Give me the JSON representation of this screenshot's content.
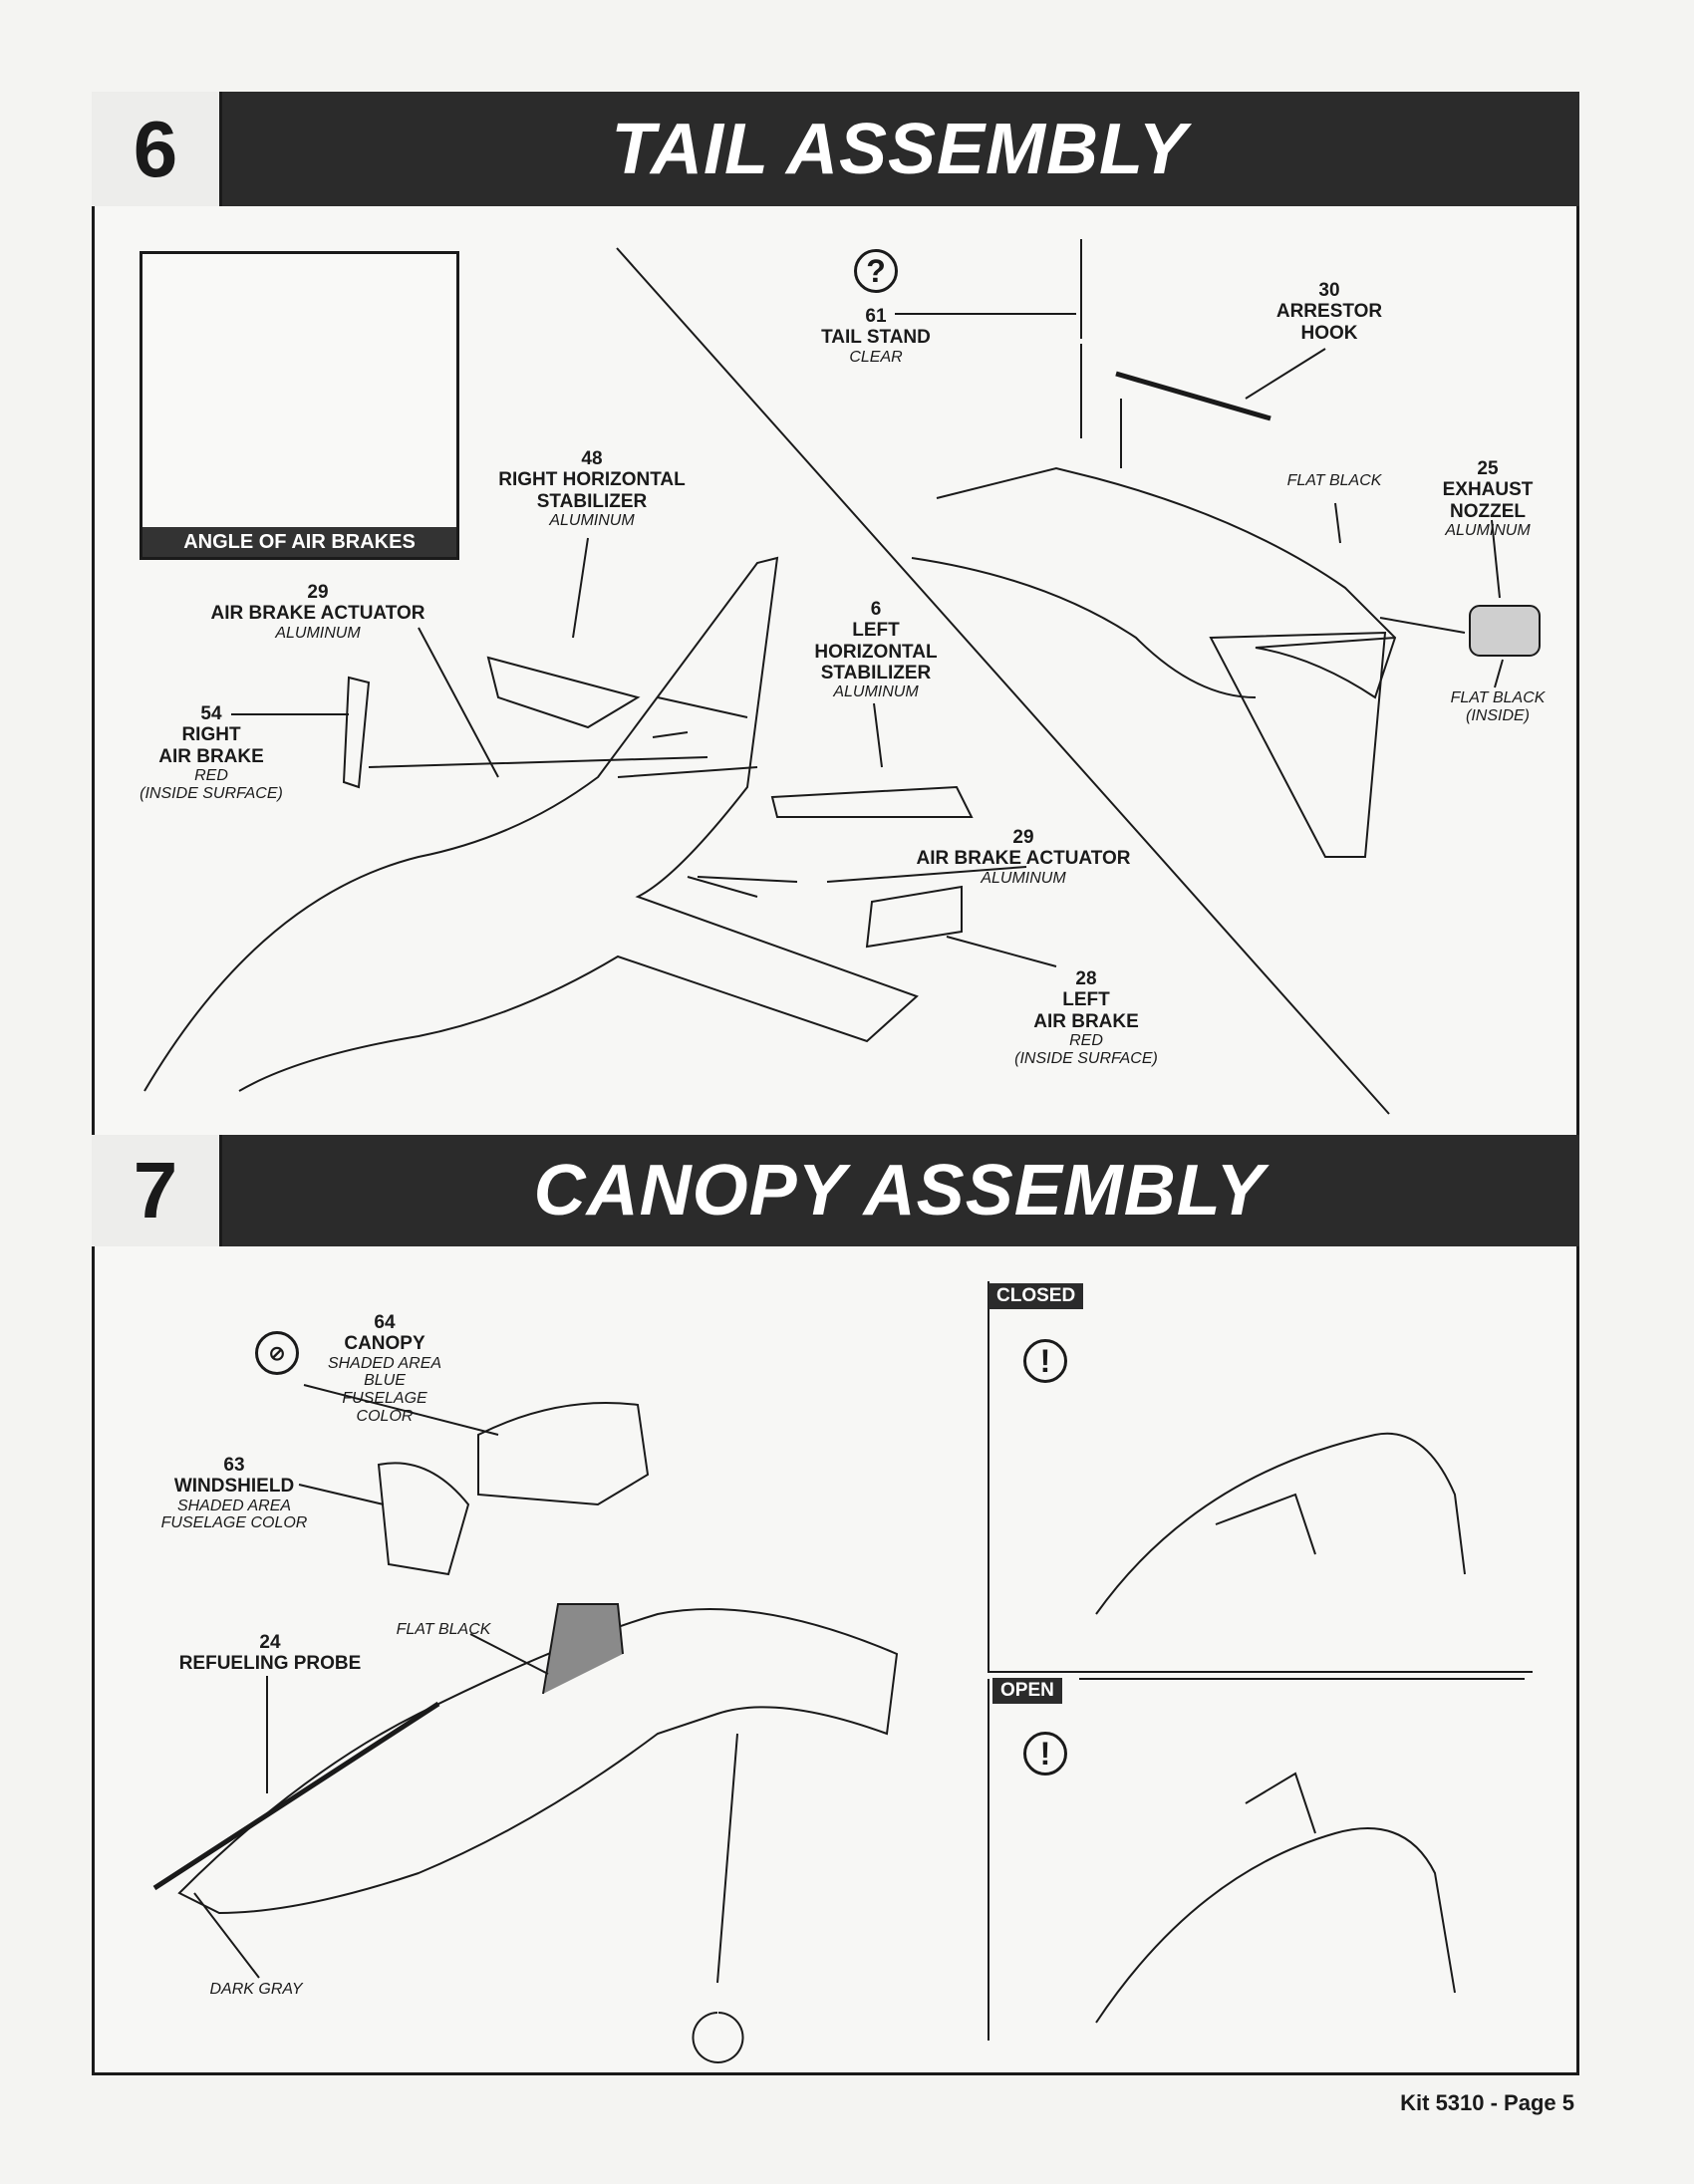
{
  "step6": {
    "number": "6",
    "title": "TAIL ASSEMBLY",
    "inset_caption": "ANGLE OF AIR BRAKES",
    "parts": [
      {
        "num": "48",
        "name": [
          "RIGHT HORIZONTAL",
          "STABILIZER"
        ],
        "color": "ALUMINUM"
      },
      {
        "num": "29",
        "name": [
          "AIR BRAKE ACTUATOR"
        ],
        "color": "ALUMINUM"
      },
      {
        "num": "54",
        "name": [
          "RIGHT",
          "AIR BRAKE"
        ],
        "color": "RED",
        "note": "(INSIDE SURFACE)"
      },
      {
        "num": "6",
        "name": [
          "LEFT",
          "HORIZONTAL",
          "STABILIZER"
        ],
        "color": "ALUMINUM"
      },
      {
        "num": "29",
        "name": [
          "AIR BRAKE ACTUATOR"
        ],
        "color": "ALUMINUM"
      },
      {
        "num": "28",
        "name": [
          "LEFT",
          "AIR BRAKE"
        ],
        "color": "RED",
        "note": "(INSIDE SURFACE)"
      },
      {
        "num": "61",
        "name": [
          "TAIL STAND"
        ],
        "color": "CLEAR"
      },
      {
        "num": "30",
        "name": [
          "ARRESTOR",
          "HOOK"
        ]
      },
      {
        "num": "25",
        "name": [
          "EXHAUST",
          "NOZZEL"
        ],
        "color": "ALUMINUM"
      }
    ],
    "paint_notes": [
      "FLAT BLACK",
      "FLAT BLACK",
      "(INSIDE)"
    ],
    "icons": [
      "question-icon"
    ]
  },
  "step7": {
    "number": "7",
    "title": "CANOPY ASSEMBLY",
    "parts": [
      {
        "num": "64",
        "name": "CANOPY",
        "notes": [
          "SHADED AREA",
          "BLUE",
          "FUSELAGE",
          "COLOR"
        ]
      },
      {
        "num": "63",
        "name": "WINDSHIELD",
        "notes": [
          "SHADED AREA",
          "FUSELAGE COLOR"
        ]
      },
      {
        "num": "24",
        "name": "REFUELING PROBE"
      }
    ],
    "paint_notes": [
      "FLAT BLACK",
      "DARK GRAY"
    ],
    "closed_label": "CLOSED",
    "open_label": "OPEN",
    "icons": [
      "no-glue-icon",
      "exclamation-icon"
    ]
  },
  "footer": "Kit 5310 - Page 5"
}
